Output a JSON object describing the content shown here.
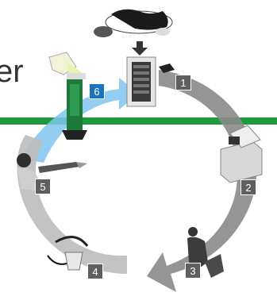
{
  "heading_fragment": "er",
  "steps": [
    {
      "number": "1"
    },
    {
      "number": "2"
    },
    {
      "number": "3"
    },
    {
      "number": "4"
    },
    {
      "number": "5"
    },
    {
      "number": "6"
    }
  ],
  "colors": {
    "green_band": "#1e9b3e",
    "arrow_gray": "#8c8c8c",
    "arrow_light_gray": "#bdbdbd",
    "arrow_blue": "#7fc6ee",
    "badge_gray": "#5f5f5f",
    "badge_blue": "#1b73c0"
  },
  "icons": [
    "cow-icon",
    "down-arrow-icon",
    "freezer-icon",
    "thawing-device-icon",
    "pasteurizer-icon",
    "person-feeding-calf-icon",
    "teat-bucket-icon",
    "person-holding-bottle-icon",
    "feeding-bottle-stand-icon",
    "pouring-jug-icon"
  ]
}
